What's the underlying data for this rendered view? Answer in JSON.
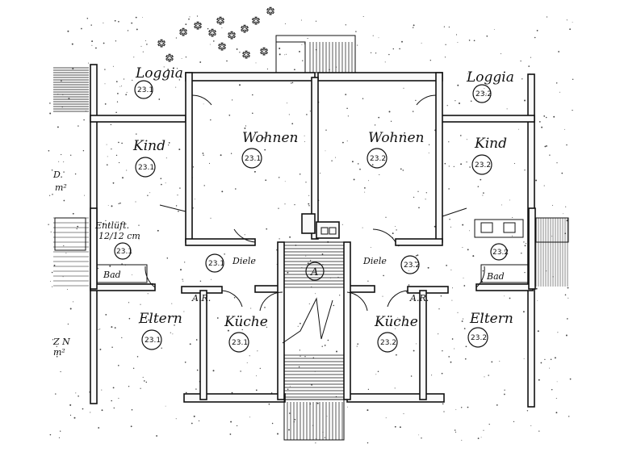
{
  "plan": {
    "rooms": [
      {
        "key": "loggia_1",
        "name": "Loggia",
        "number": "23.1"
      },
      {
        "key": "loggia_2",
        "name": "Loggia",
        "number": "23.2"
      },
      {
        "key": "wohnen_1",
        "name": "Wohnen",
        "number": "23.1"
      },
      {
        "key": "wohnen_2",
        "name": "Wohnen",
        "number": "23.2"
      },
      {
        "key": "kind_1",
        "name": "Kind",
        "number": "23.1"
      },
      {
        "key": "kind_2",
        "name": "Kind",
        "number": "23.2"
      },
      {
        "key": "diele_1",
        "name": "Diele",
        "number": "23.1"
      },
      {
        "key": "diele_2",
        "name": "Diele",
        "number": "23.2"
      },
      {
        "key": "bad_1",
        "name": "Bad",
        "number": "23.1"
      },
      {
        "key": "bad_2",
        "name": "Bad",
        "number": "23.2"
      },
      {
        "key": "ar_1",
        "name": "A.R."
      },
      {
        "key": "ar_2",
        "name": "A.R."
      },
      {
        "key": "eltern_1",
        "name": "Eltern",
        "number": "23.1"
      },
      {
        "key": "eltern_2",
        "name": "Eltern",
        "number": "23.2"
      },
      {
        "key": "kueche_1",
        "name": "Küche",
        "number": "23.1"
      },
      {
        "key": "kueche_2",
        "name": "Küche",
        "number": "23.2"
      }
    ],
    "ventilation_note": {
      "line1": "Entlüft.",
      "line2": "12/12 cm"
    },
    "stair_label": "A",
    "edge_fragments": [
      "D.",
      "m²",
      "Z N",
      "m²"
    ]
  }
}
